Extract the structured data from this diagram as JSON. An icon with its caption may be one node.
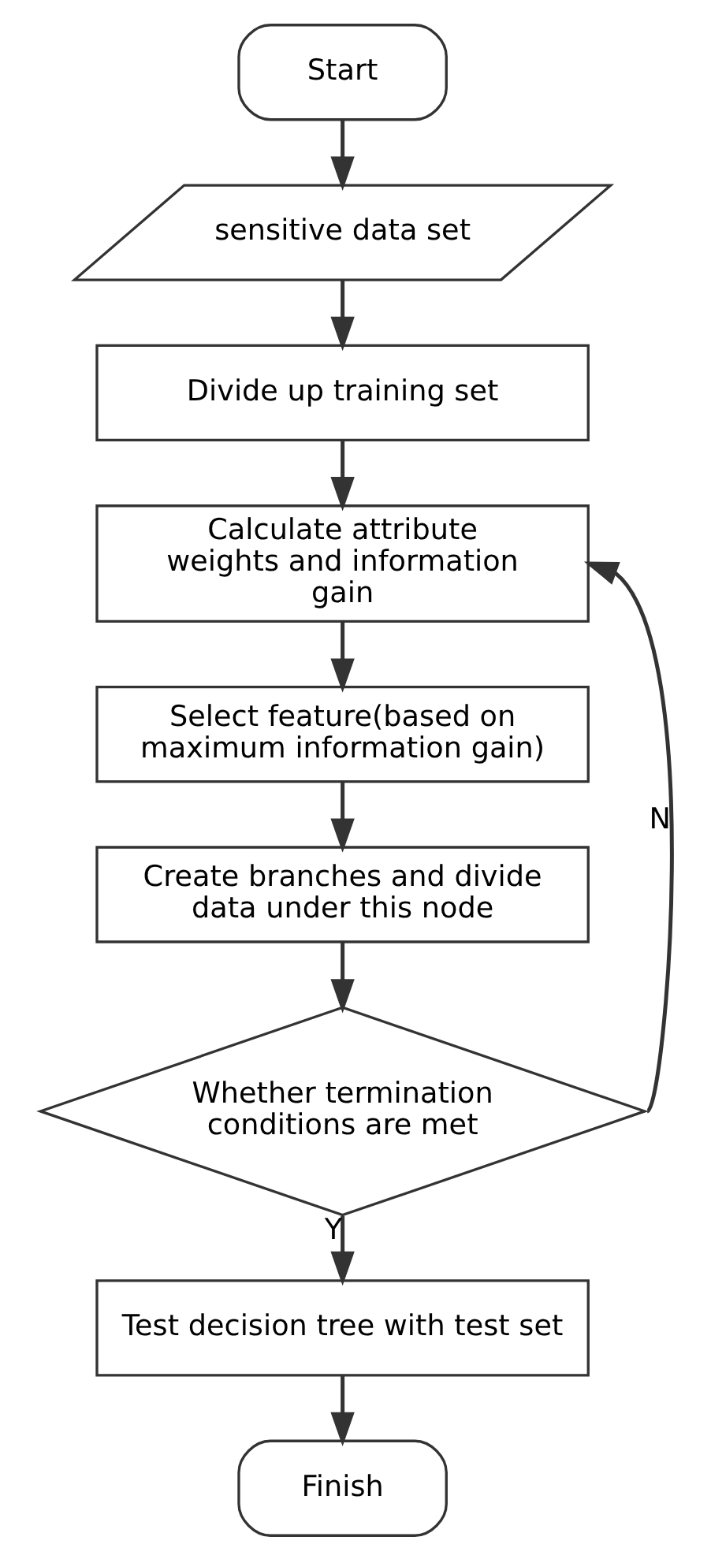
{
  "diagram": {
    "nodes": [
      {
        "text": [
          "Start"
        ]
      },
      {
        "text": [
          "sensitive data set"
        ]
      },
      {
        "text": [
          "Divide up training set"
        ]
      },
      {
        "text": [
          "Calculate attribute weights and information gain"
        ]
      },
      {
        "text": [
          "Select feature(based on maximum information gain)"
        ]
      },
      {
        "text": [
          "Create branches and divide data under this node"
        ]
      },
      {
        "text": [
          "Whether termination conditions are met"
        ]
      },
      {
        "text": [
          "Test decision tree with test set"
        ]
      },
      {
        "text": [
          "Finish"
        ]
      }
    ],
    "edges": [
      {
        "from": 0,
        "to": 1,
        "arrow": "to"
      },
      {
        "from": 1,
        "to": 2,
        "arrow": "to"
      },
      {
        "from": 2,
        "to": 3,
        "arrow": "to"
      },
      {
        "from": 3,
        "to": 4,
        "arrow": "to"
      },
      {
        "from": 4,
        "to": 5,
        "arrow": "to"
      },
      {
        "from": 5,
        "to": 6,
        "arrow": "to"
      },
      {
        "from": 6,
        "to": 7,
        "arrow": "to",
        "label": "Y"
      },
      {
        "from": 6,
        "to": 3,
        "arrow": "to",
        "label": "N"
      },
      {
        "from": 7,
        "to": 8,
        "arrow": "to"
      }
    ]
  }
}
